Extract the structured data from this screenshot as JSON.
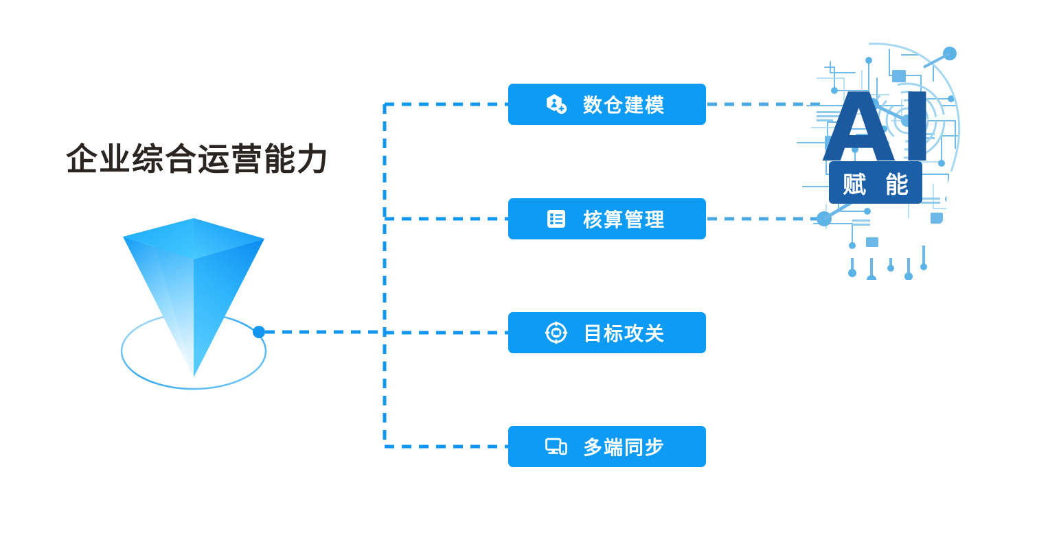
{
  "page": {
    "title": "企业综合运营能力",
    "title_color": "#2b2522",
    "background": "#ffffff"
  },
  "colors": {
    "accent_blue": "#0e9bf5",
    "line_blue": "#1296f0",
    "circuit_light": "#6cb8e8",
    "circuit_mid": "#3f9bd8",
    "ai_navy": "#1b5a9e",
    "badge_blue": "#1a5fa8",
    "cone_light": "#3ec6ff",
    "cone_dark": "#0b86ef"
  },
  "core": {
    "name": "inverted-pyramid-graphic",
    "shape": "inverted 3D pyramid on elliptical base",
    "connector_dot_label": "hub-node"
  },
  "capabilities": [
    {
      "id": "data-warehouse-modeling",
      "label": "数仓建模",
      "icon": "cube-plus-icon"
    },
    {
      "id": "accounting-management",
      "label": "核算管理",
      "icon": "list-document-icon"
    },
    {
      "id": "goal-breakthrough",
      "label": "目标攻关",
      "icon": "target-crosshair-icon"
    },
    {
      "id": "multi-device-sync",
      "label": "多端同步",
      "icon": "monitor-mobile-icon"
    }
  ],
  "ai": {
    "letters": "AI",
    "badge_label": "赋 能",
    "graphic": "circuit-board-head-silhouette"
  },
  "chart_data": {
    "type": "diagram",
    "title": "企业综合运营能力",
    "layout": "horizontal tree: root graphic on left, 4 leaf nodes center, AI enablement graphic right",
    "root": "企业综合运营能力",
    "branches": [
      "数仓建模",
      "核算管理",
      "目标攻关",
      "多端同步"
    ],
    "terminal": "AI 赋 能",
    "connector_style": "dashed",
    "connector_color": "#1296f0"
  }
}
